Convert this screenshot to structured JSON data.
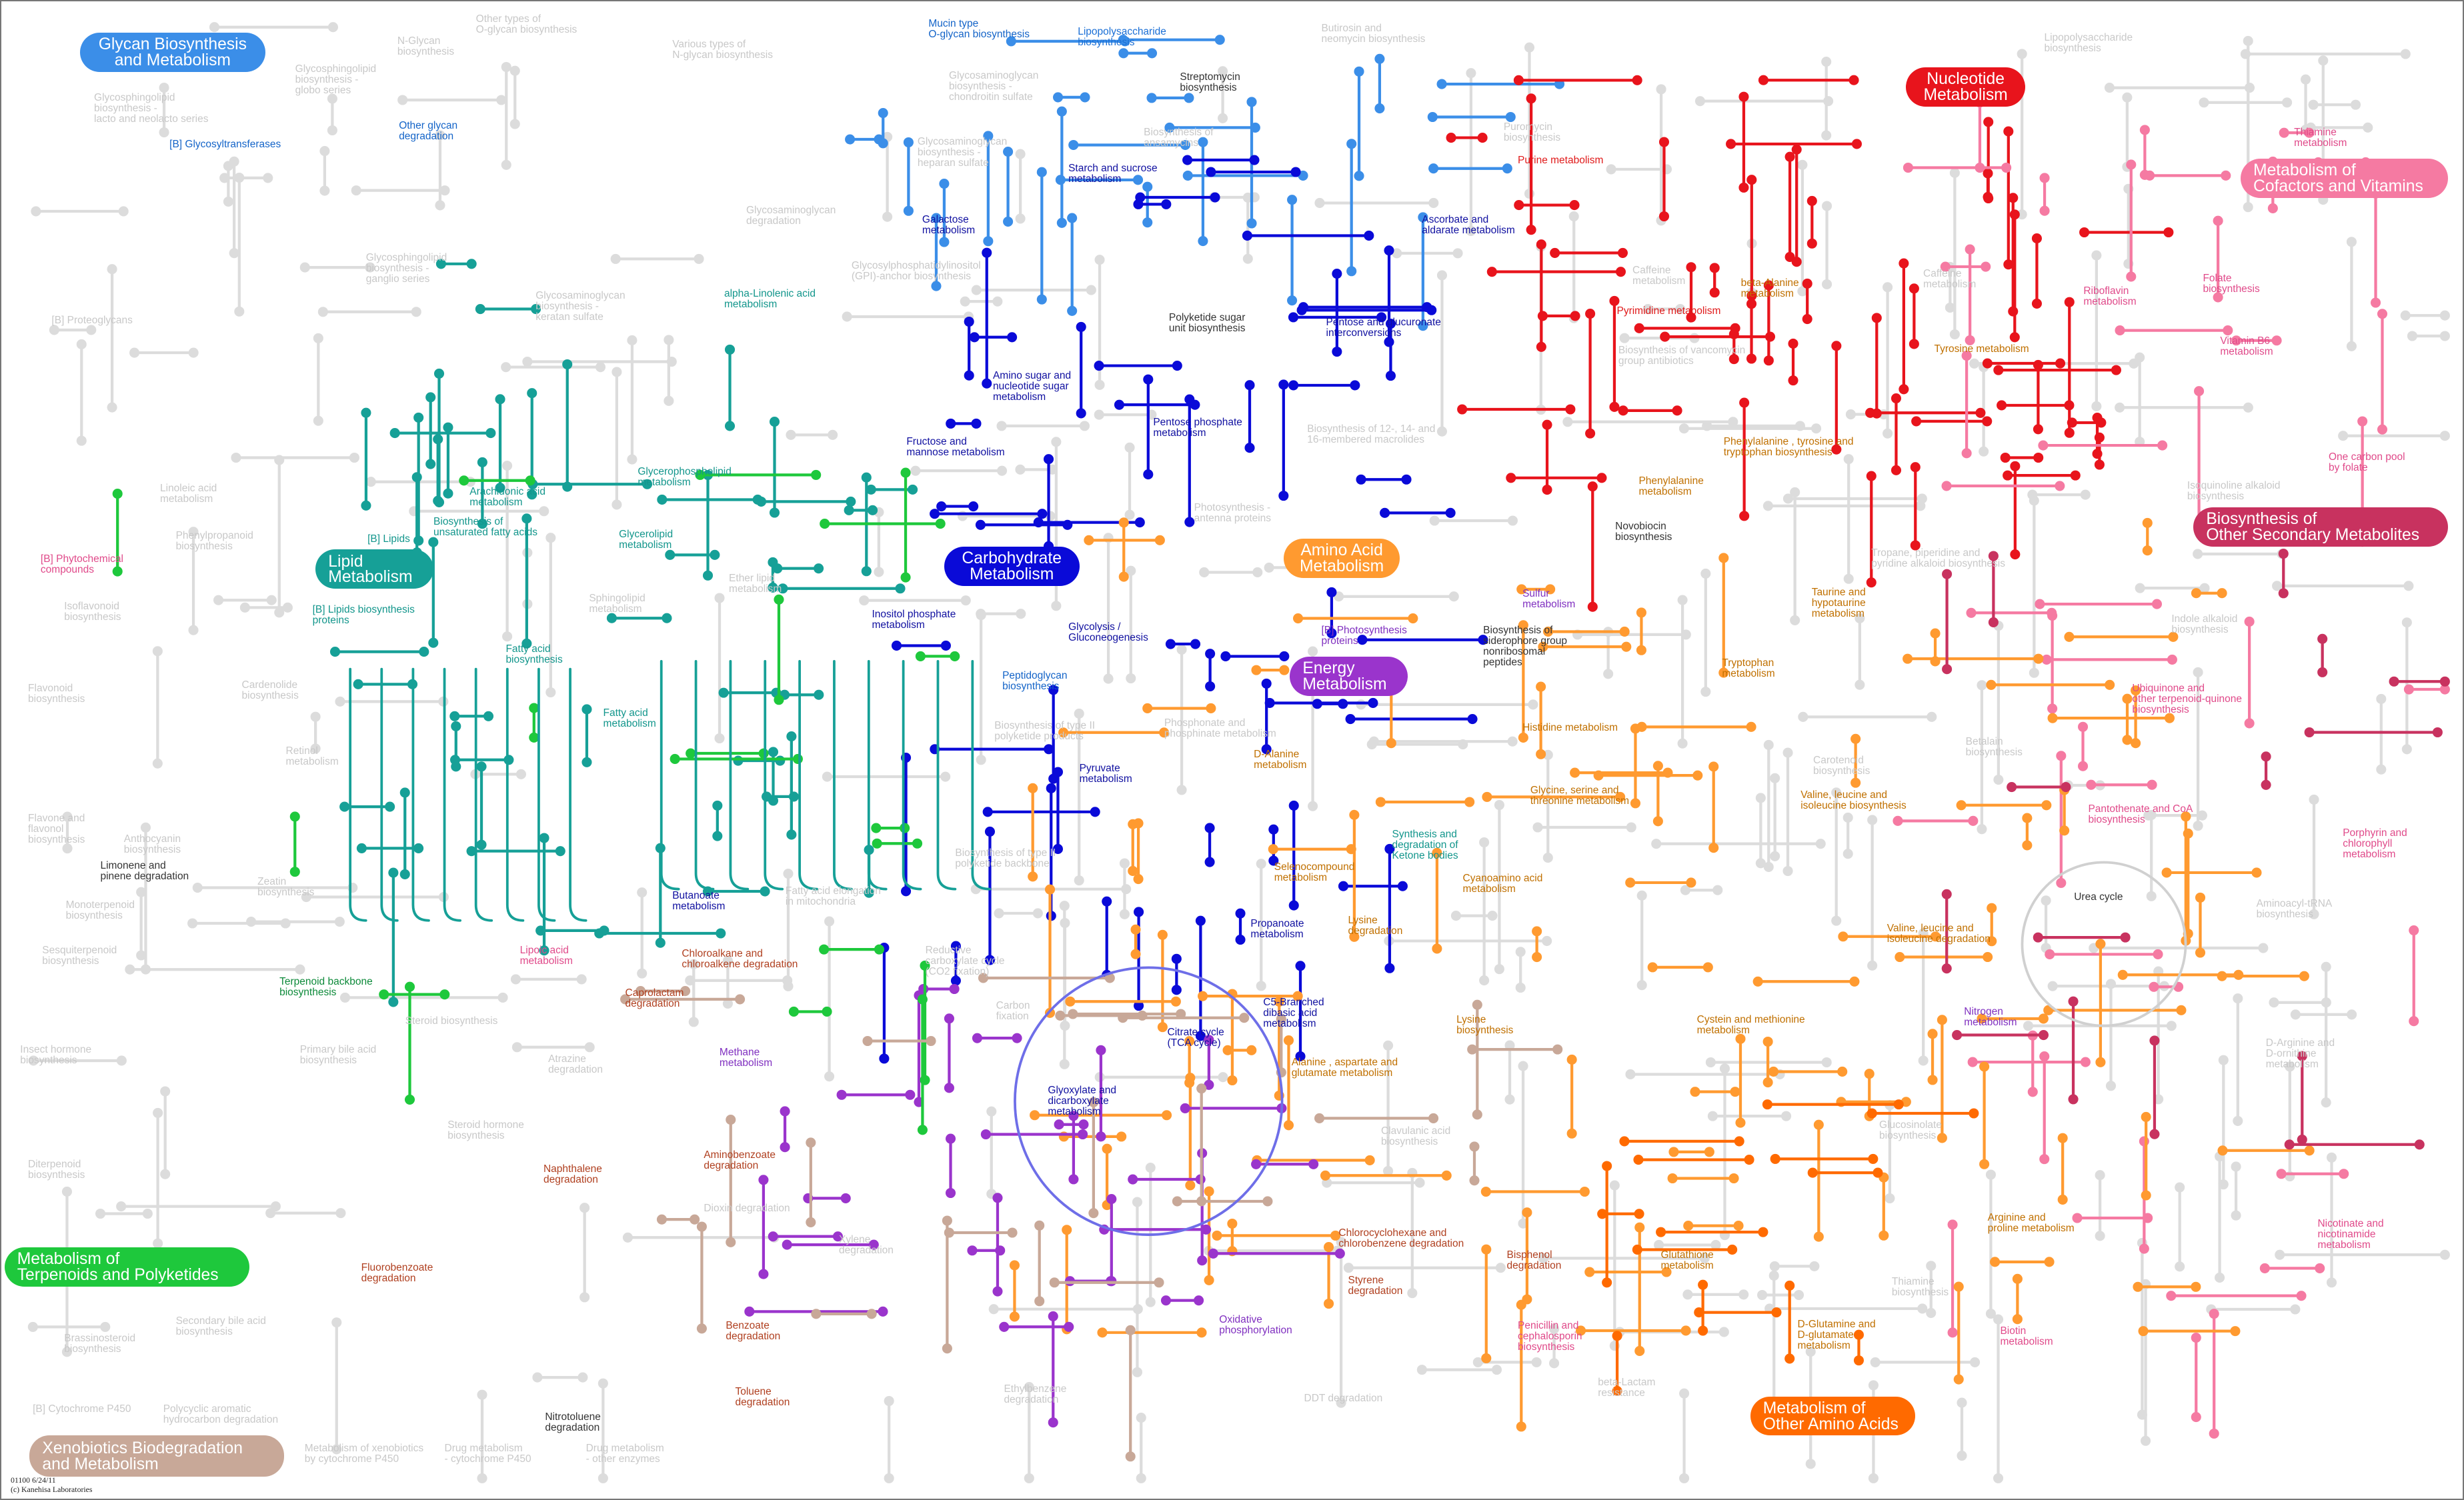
{
  "categories": {
    "glycan": "Glycan Biosynthesis\nand Metabolism",
    "nucleotide": "Nucleotide\nMetabolism",
    "cofactors": "Metabolism of\nCofactors and Vitamins",
    "secondary": "Biosynthesis of\nOther Secondary Metabolites",
    "lipid": "Lipid\nMetabolism",
    "carbohydrate": "Carbohydrate\nMetabolism",
    "amino": "Amino Acid\nMetabolism",
    "energy": "Energy\nMetabolism",
    "terpenoids": "Metabolism of\nTerpenoids and Polyketides",
    "other_amino": "Metabolism of\nOther Amino Acids",
    "xenobiotics": "Xenobiotics Biodegradation\nand Metabolism"
  },
  "colors": {
    "glycan": "#3b8ee8",
    "nucleotide": "#e8141c",
    "cofactors": "#f57aa2",
    "secondary": "#c8325f",
    "lipid": "#16a097",
    "carbohydrate": "#0a0ad8",
    "amino": "#ff9a30",
    "energy": "#9a34cc",
    "terpenoids": "#1ec83c",
    "other_amino": "#ff6a00",
    "xenobiotics": "#c8a898"
  },
  "labels": {
    "mucin": "Mucin type\nO-glycan biosynthesis",
    "lps": "Lipopolysaccharide\nbiosynthesis",
    "strep": "Streptomycin\nbiosynthesis",
    "butirosin": "Butirosin and\nneomycin biosynthesis",
    "gag_cs": "Glycosaminoglycan\nbiosynthesis -\nchondroitin sulfate",
    "gag_hs": "Glycosaminoglycan\nbiosynthesis -\nheparan sulfate",
    "ansamycins": "Biosynthesis of\nansamycins",
    "starch": "Starch and sucrose\nmetabolism",
    "galactose": "Galactose\nmetabolism",
    "amino_sugar": "Amino sugar and\nnucleotide sugar\nmetabolism",
    "fructose": "Fructose and\nmannose metabolism",
    "pentose_p": "Pentose phosphate\nmetabolism",
    "pentose_gl": "Pentose and glucuronate\ninterconversions",
    "ascorbate": "Ascorbate and\naldarate metabolism",
    "polyketide_sugar": "Polyketide sugar\nunit biosynthesis",
    "inositol": "Inositol phosphate\nmetabolism",
    "glycolysis": "Glycolysis /\nGluconeogenesis",
    "pyruvate": "Pyruvate\nmetabolism",
    "propanoate": "Propanoate\nmetabolism",
    "butanoate": "Butanoate\nmetabolism",
    "c5": "C5-Branched\ndibasic acid\nmetabolism",
    "tca": "Citrate cycle\n(TCA cycle)",
    "glyoxylate": "Glyoxylate and\ndicarboxylate\nmetabolism",
    "other_glycan": "Other glycan\ndegradation",
    "glycosyltransferases": "[B] Glycosyltransferases",
    "proteoglycans": "[B] Proteoglycans",
    "alpha_lin": "alpha-Linolenic acid\nmetabolism",
    "glycerophospho": "Glycerophospholipid\nmetabolism",
    "arachidonic": "Arachidonic acid\nmetabolism",
    "unsat_fa": "Biosynthesis of\nunsaturated fatty acids",
    "glycerolipid": "Glycerolipid\nmetabolism",
    "b_lipids": "[B] Lipids",
    "b_lipids_prot": "[B] Lipids biosynthesis\nproteins",
    "fa_bio": "Fatty acid\nbiosynthesis",
    "fa_met": "Fatty acid\nmetabolism",
    "lipoic": "Lipoic acid\nmetabolism",
    "purine": "Purine metabolism",
    "pyrimidine": "Pyrimidine metabolism",
    "beta_ala": "beta-Alanine\nmetabolism",
    "thiamine": "Thiamine\nmetabolism",
    "riboflavin": "Riboflavin\nmetabolism",
    "folate": "Folate\nbiosynthesis",
    "vitb6": "Vitamin B6\nmetabolism",
    "one_carbon": "One carbon pool\nby folate",
    "ubiquinone": "Ubiquinone and\nother terpenoid-quinone\nbiosynthesis",
    "pantothenate": "Pantothenate and CoA\nbiosynthesis",
    "porphyrin": "Porphyrin and\nchlorophyll\nmetabolism",
    "nicotinate": "Nicotinate and\nnicotinamide\nmetabolism",
    "biotin": "Biotin\nmetabolism",
    "tyrosine": "Tyrosine metabolism",
    "phe_tyr_trp": "Phenylalanine , tyrosine and\ntryptophan biosynthesis",
    "phenylalanine": "Phenylalanine\nmetabolism",
    "novobiocin": "Novobiocin\nbiosynthesis",
    "taurine": "Taurine and\nhypotaurine\nmetabolism",
    "tryptophan": "Tryptophan\nmetabolism",
    "histidine": "Histidine metabolism",
    "gly_ser_thr": "Glycine, serine and\nthreonine metabolism",
    "val_bio": "Valine, leucine and\nisoleucine biosynthesis",
    "val_deg": "Valine, leucine and\nisoleucine degradation",
    "cyanoamino": "Cyanoamino acid\nmetabolism",
    "lysine_deg": "Lysine\ndegradation",
    "lysine_bio": "Lysine\nbiosynthesis",
    "cys_met": "Cystein and methionine\nmetabolism",
    "ala_asp": "Alanine , aspartate and\nglutamate metabolism",
    "arginine": "Arginine and\nproline metabolism",
    "urea": "Urea cycle",
    "d_ala": "D-Alanine\nmetabolism",
    "seleno": "Selenocompound\nmetabolism",
    "glutathione": "Glutathione\nmetabolism",
    "d_gln": "D-Glutamine and\nD-glutamate\nmetabolism",
    "penicillin": "Penicillin and\ncephalosporin\nbiosynthesis",
    "siderophore": "Biosynthesis of\nsiderophore group\nnonribosomal\npeptides",
    "sulfur": "Sulfur\nmetabolism",
    "photosynthesis": "[B] Photosynthesis\nproteins",
    "nitrogen": "Nitrogen\nmetabolism",
    "methane": "Methane\nmetabolism",
    "oxidative": "Oxidative\nphosphorylation",
    "ketone": "Synthesis and\ndegradation of\nKetone bodies",
    "peptidoglycan": "Peptidoglycan\nbiosynthesis",
    "phytochemical": "[B] Phytochemical\ncompounds",
    "terpenoid_bb": "Terpenoid backbone\nbiosynthesis",
    "limonene": "Limonene and\npinene degradation",
    "caprolactam": "Caprolactam\ndegradation",
    "chloroalkane": "Chloroalkane and\nchloroalkene degradation",
    "aminobenzoate": "Aminobenzoate\ndegradation",
    "naphthalene": "Naphthalene\ndegradation",
    "fluorobenzoate": "Fluorobenzoate\ndegradation",
    "benzoate": "Benzoate\ndegradation",
    "toluene": "Toluene\ndegradation",
    "nitrotoluene": "Nitrotoluene\ndegradation",
    "chlorocyclohexane": "Chlorocyclohexane and\nchlorobenzene degradation",
    "styrene": "Styrene\ndegradation",
    "bisphenol": "Bisphenol\ndegradation",
    "g_nglycan": "N-Glycan\nbiosynthesis",
    "g_other_oglycan": "Other types of\nO-glycan biosynthesis",
    "g_various": "Various types of\nN-glycan biosynthesis",
    "g_gsl_lacto": "Glycosphingolipid\nbiosynthesis -\nlacto and neolacto series",
    "g_gsl_globo": "Glycosphingolipid\nbiosynthesis -\nglobo series",
    "g_gsl_ganglio": "Glycosphingolipid\nbiosynthesis -\nganglio series",
    "g_gag_deg": "Glycosaminoglycan\ndegradation",
    "g_gpi": "Glycosylphosphatidylinositol\n(GPI)-anchor biosynthesis",
    "g_keratan": "Glycosaminoglycan\nbiosynthesis -\nkeratan sulfate",
    "g_purine_alk": "Puromycin\nbiosynthesis",
    "g_linoleic": "Linoleic acid\nmetabolism",
    "g_phenylprop": "Phenylpropanoid\nbiosynthesis",
    "g_flavonoid": "Flavonoid\nbiosynthesis",
    "g_isoflavonoid": "Isoflavonoid\nbiosynthesis",
    "g_flavone": "Flavone and\nflavonol\nbiosynthesis",
    "g_monoterpenoid": "Monoterpenoid\nbiosynthesis",
    "g_sesquiterpenoid": "Sesquiterpenoid\nbiosynthesis",
    "g_diterpenoid": "Diterpenoid\nbiosynthesis",
    "g_insect": "Insect hormone\nbiosynthesis",
    "g_brassino": "Brassinosteroid\nbiosynthesis",
    "g_steroid": "Steroid biosynthesis",
    "g_steroid_h": "Steroid hormone\nbiosynthesis",
    "g_bile": "Primary bile acid\nbiosynthesis",
    "g_secbile": "Secondary bile acid\nbiosynthesis",
    "g_pah": "Polycyclic aromatic\nhydrocarbon degradation",
    "g_p450": "[B] Cytochrome P450",
    "g_xeno_p450": "Metabolism of xenobiotics\nby cytochrome P450",
    "g_drug_p450": "Drug metabolism\n- cytochrome P450",
    "g_drug_other": "Drug metabolism\n- other enzymes",
    "g_sphingolipid": "Sphingolipid\nmetabolism",
    "g_ether": "Ether lipid\nmetabolism",
    "g_atrazine": "Atrazine\ndegradation",
    "g_dioxin": "Dioxin degradation",
    "g_xylene": "Xylene\ndegradation",
    "g_ethylbenzene": "Ethylbenzene\ndegradation",
    "g_ddt": "DDT degradation",
    "g_carbon_fix": "Carbon\nfixation",
    "g_reductive": "Reductive\ncarboxylate cycle\n(CO2 fixation)",
    "g_retinol": "Retinol\nmetabolism",
    "g_cardenolide": "Cardenolide\nbiosynthesis",
    "g_zeatin": "Zeatin\nbiosynthesis",
    "g_anthocyanin": "Anthocyanin\nbiosynthesis",
    "g_caffeine": "Caffeine\nmetabolism",
    "g_indole": "Indole alkaloid\nbiosynthesis",
    "g_isoquinoline": "Isoquinoline alkaloid\nbiosynthesis",
    "g_betalain": "Betalain\nbiosynthesis",
    "g_glucosinolate": "Glucosinolate\nbiosynthesis",
    "g_d_arg": "D-Arginine and\nD-ornithine\nmetabolism",
    "g_betalactam": "beta-Lactam\nresistance",
    "g_lipopeptide": "Lipopolysaccharide\nbiosynthesis",
    "g_vancomycin": "Biosynthesis of vancomycin\ngroup antibiotics",
    "g_12_14": "Biosynthesis of 12-, 14- and\n16-membered macrolides",
    "g_type2": "Biosynthesis of type II\npolyketide backbone",
    "g_type2p": "Biosynthesis of type II\npolyketide products",
    "g_phosphonate": "Phosphonate and\nphosphinate metabolism",
    "g_photosynthesis": "Photosynthesis -\nantenna proteins",
    "g_tropane": "Tropane, piperidine and\npyridine alkaloid biosynthesis",
    "g_streptomycin2": "Carotenoid\nbiosynthesis",
    "g_fa_elong": "Fatty acid elongation\nin mitochondria",
    "g_selenoamino": "Aminoacyl-tRNA\nbiosynthesis",
    "g_lysine_b": "Clavulanic acid\nbiosynthesis",
    "g_sulfur_relay": "Thiamine\nbiosynthesis",
    "g_tyr2": "Caffeine\nmetabolism"
  },
  "footer": {
    "id_date": "01100 6/24/11",
    "copyright": "(c) Kanehisa Laboratories"
  }
}
